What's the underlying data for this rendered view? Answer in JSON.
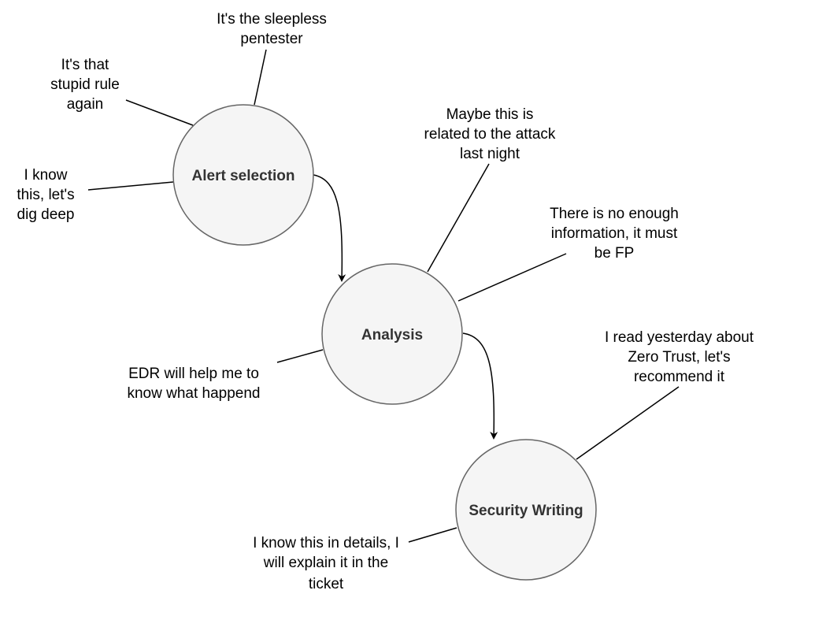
{
  "nodes": [
    {
      "id": "alert",
      "label": "Alert selection"
    },
    {
      "id": "analysis",
      "label": "Analysis"
    },
    {
      "id": "writing",
      "label": "Security Writing"
    }
  ],
  "notes": [
    {
      "id": "sleepless",
      "lines": [
        "It's the sleepless",
        "pentester"
      ]
    },
    {
      "id": "stupid-rule",
      "lines": [
        "It's that",
        "stupid rule",
        "again"
      ]
    },
    {
      "id": "dig-deep",
      "lines": [
        "I know",
        "this, let's",
        "dig deep"
      ]
    },
    {
      "id": "attack",
      "lines": [
        "Maybe this is",
        "related to the attack",
        "last night"
      ]
    },
    {
      "id": "fp",
      "lines": [
        "There is no enough",
        "information, it must",
        "be FP"
      ]
    },
    {
      "id": "edr",
      "lines": [
        "EDR will help me to",
        "know what happend"
      ]
    },
    {
      "id": "zero-trust",
      "lines": [
        "I read yesterday about",
        "Zero Trust, let's",
        "recommend it"
      ]
    },
    {
      "id": "details",
      "lines": [
        "I know this in details, I",
        "will explain it in the",
        "ticket"
      ]
    }
  ],
  "colors": {
    "node_fill": "#f5f5f5",
    "node_stroke": "#666666",
    "edge": "#000000",
    "node_text": "#333333"
  }
}
